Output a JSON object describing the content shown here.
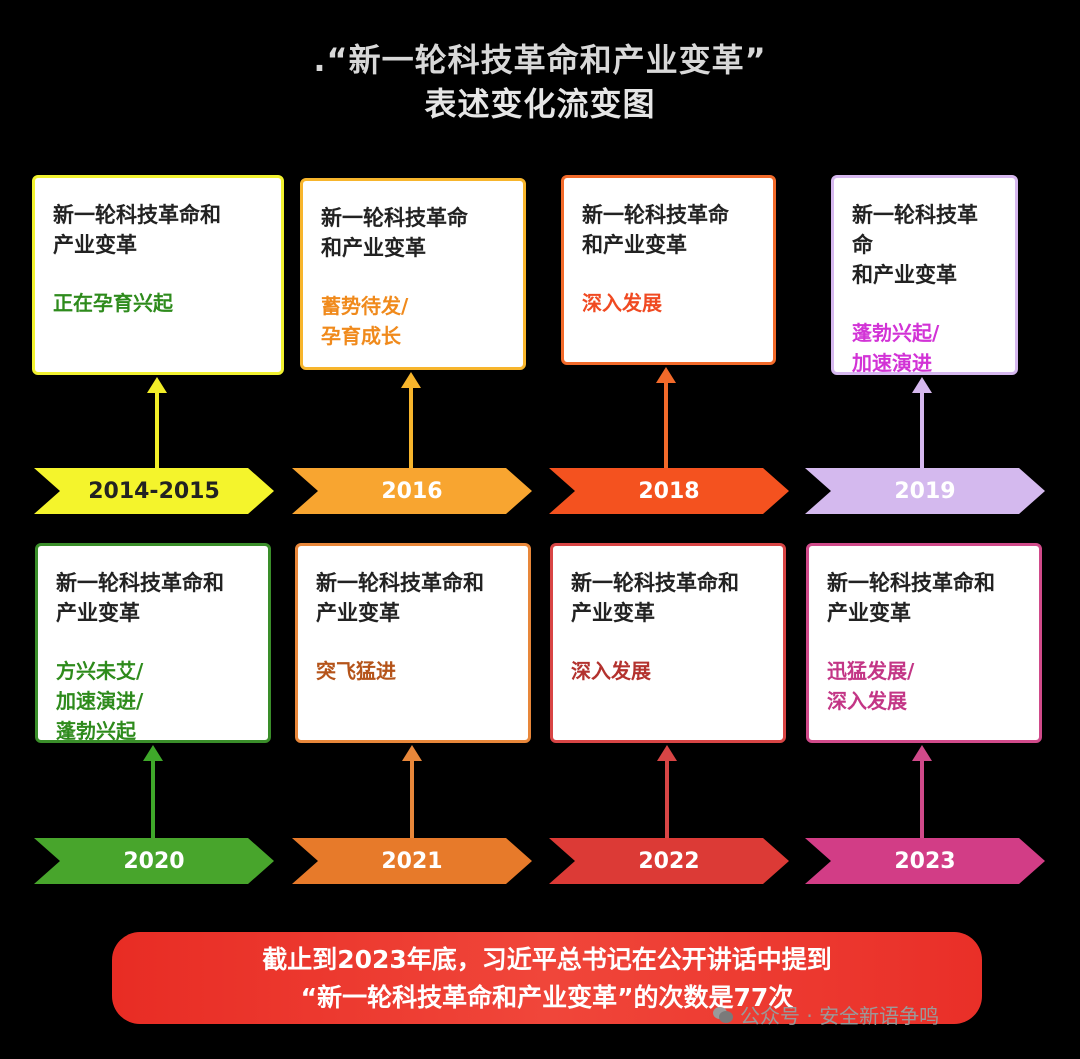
{
  "title": {
    "line1": ".“新一轮科技革命和产业变革”",
    "line2": "表述变化流变图"
  },
  "rows": [
    {
      "items": [
        {
          "name": "新一轮科技革命和\n产业变革",
          "status": "正在孕育兴起",
          "year": "2014-2015",
          "border": "#f2f230",
          "status_color": "#2e8b1c",
          "arrow": "#f2ee28",
          "banner_bg": "#f4f42c",
          "year_color": "#222222"
        },
        {
          "name": "新一轮科技革命\n和产业变革",
          "status": "蓄势待发/\n孕育成长",
          "year": "2016",
          "border": "#f7b52c",
          "status_color": "#f08a1c",
          "arrow": "#f7b52c",
          "banner_bg": "#f8a530",
          "year_color": "#ffffff"
        },
        {
          "name": "新一轮科技革命\n和产业变革",
          "status": "深入发展",
          "year": "2018",
          "border": "#f26a2a",
          "status_color": "#f04a22",
          "arrow": "#f26a2a",
          "banner_bg": "#f4521f",
          "year_color": "#ffffff"
        },
        {
          "name": "新一轮科技革命\n和产业变革",
          "status": "蓬勃兴起/\n加速演进",
          "year": "2019",
          "border": "#d6b8ef",
          "status_color": "#d233d6",
          "arrow": "#d6b8ef",
          "banner_bg": "#d4b9ee",
          "year_color": "#ffffff"
        }
      ]
    },
    {
      "items": [
        {
          "name": "新一轮科技革命和\n产业变革",
          "status": "方兴未艾/\n加速演进/\n蓬勃兴起",
          "year": "2020",
          "border": "#3a8e2a",
          "status_color": "#2e8b1c",
          "arrow": "#3fa82a",
          "banner_bg": "#48a52c",
          "year_color": "#ffffff"
        },
        {
          "name": "新一轮科技革命和\n产业变革",
          "status": "突飞猛进",
          "year": "2021",
          "border": "#e8873a",
          "status_color": "#b5541a",
          "arrow": "#e8873a",
          "banner_bg": "#e77a2a",
          "year_color": "#ffffff"
        },
        {
          "name": "新一轮科技革命和\n产业变革",
          "status": "深入发展",
          "year": "2022",
          "border": "#d84545",
          "status_color": "#b3322e",
          "arrow": "#d84545",
          "banner_bg": "#dc3a36",
          "year_color": "#ffffff"
        },
        {
          "name": "新一轮科技革命和\n产业变革",
          "status": "迅猛发展/\n深入发展",
          "year": "2023",
          "border": "#d04a8a",
          "status_color": "#c33686",
          "arrow": "#d04a8a",
          "banner_bg": "#d23d86",
          "year_color": "#ffffff"
        }
      ]
    }
  ],
  "footer": {
    "line1": "截止到2023年底，习近平总书记在公开讲话中提到",
    "line2": "“新一轮科技革命和产业变革”的次数是77次"
  },
  "watermark": "公众号 · 安全新语争鸣"
}
